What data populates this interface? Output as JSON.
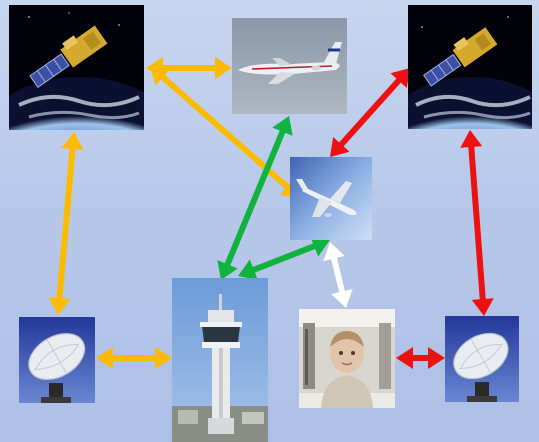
{
  "nodes": [
    {
      "id": "satellite-left",
      "kind": "satellite",
      "icon": "satellite-over-earth-icon"
    },
    {
      "id": "airliner",
      "kind": "airliner",
      "icon": "airliner-photo-icon"
    },
    {
      "id": "satellite-right",
      "kind": "satellite",
      "icon": "satellite-over-earth-icon"
    },
    {
      "id": "aircraft-sky",
      "kind": "aircraft",
      "icon": "aircraft-in-sky-icon"
    },
    {
      "id": "dish-left",
      "kind": "dish",
      "icon": "ground-antenna-dish-icon"
    },
    {
      "id": "control-tower",
      "kind": "tower",
      "icon": "air-traffic-control-tower-icon"
    },
    {
      "id": "child",
      "kind": "person",
      "icon": "child-photo-icon"
    },
    {
      "id": "dish-right",
      "kind": "dish",
      "icon": "ground-antenna-dish-icon"
    }
  ],
  "links": [
    {
      "from": "satellite-left",
      "to": "airliner",
      "color": "#fdbb00"
    },
    {
      "from": "satellite-left",
      "to": "aircraft-sky",
      "color": "#fdbb00"
    },
    {
      "from": "satellite-left",
      "to": "dish-left",
      "color": "#fdbb00"
    },
    {
      "from": "dish-left",
      "to": "control-tower",
      "color": "#fdbb00"
    },
    {
      "from": "airliner",
      "to": "control-tower",
      "color": "#0fb33d"
    },
    {
      "from": "control-tower",
      "to": "aircraft-sky",
      "color": "#0fb33d"
    },
    {
      "from": "satellite-right",
      "to": "aircraft-sky",
      "color": "#ee1111"
    },
    {
      "from": "satellite-right",
      "to": "dish-right",
      "color": "#ee1111"
    },
    {
      "from": "child",
      "to": "dish-right",
      "color": "#ee1111"
    },
    {
      "from": "aircraft-sky",
      "to": "child",
      "color": "#ffffff"
    }
  ]
}
